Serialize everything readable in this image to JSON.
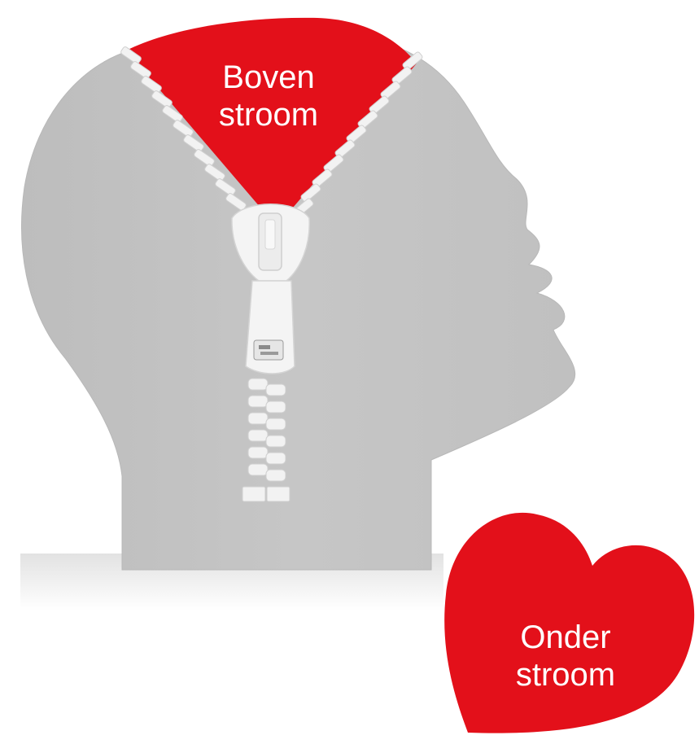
{
  "image": {
    "labels": {
      "top": [
        "Boven",
        "stroom"
      ],
      "heart": [
        "Onder",
        "stroom"
      ]
    },
    "colors": {
      "accent_red": "#e3101a",
      "head_gray": "#c2c2c2",
      "zipper_white": "#f4f4f4",
      "floor": "#f0f0f0"
    },
    "icons": [
      "head-silhouette-icon",
      "zipper-icon",
      "heart-icon"
    ]
  }
}
